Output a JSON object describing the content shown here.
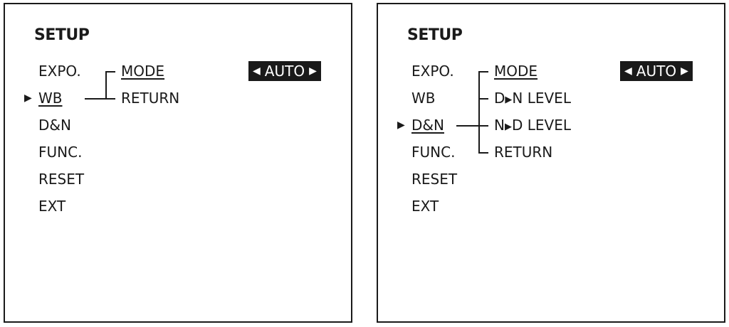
{
  "panels": [
    {
      "title": "SETUP",
      "menu": [
        "EXPO.",
        "WB",
        "D&N",
        "FUNC.",
        "RESET",
        "EXT"
      ],
      "selected_marker": "▶",
      "submenu": [
        "MODE",
        "RETURN"
      ],
      "value": {
        "left_arrow": "◀",
        "label": "AUTO",
        "right_arrow": "▶"
      }
    },
    {
      "title": "SETUP",
      "menu": [
        "EXPO.",
        "WB",
        "D&N",
        "FUNC.",
        "RESET",
        "EXT"
      ],
      "selected_marker": "▶",
      "submenu": [
        "MODE",
        "D",
        "N LEVEL",
        "N",
        "D LEVEL",
        "RETURN"
      ],
      "submenu_arrow": "▶",
      "value": {
        "left_arrow": "◀",
        "label": "AUTO",
        "right_arrow": "▶"
      }
    }
  ]
}
